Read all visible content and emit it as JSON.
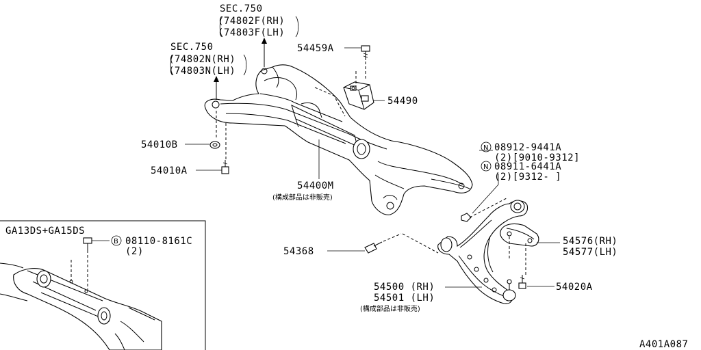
{
  "labels": {
    "sec750_top": "SEC.750",
    "p74802F": "(74802F(RH)",
    "p74803F": "(74803F(LH)",
    "sec750_mid": "SEC.750",
    "p74802N": "(74802N(RH)",
    "p74803N": "(74803N(LH)",
    "p54459A": "54459A",
    "p54490": "54490",
    "p54010B": "54010B",
    "p54010A": "54010A",
    "p54400M": "54400M",
    "not_sold_1": "(構成部品は非販売)",
    "n_circle_1": "N",
    "p08912": "08912-9441A",
    "p08912_sub": "(2)[9010-9312]",
    "n_circle_2": "N",
    "p08911": "08911-6441A",
    "p08911_sub": "(2)[9312-      ]",
    "inset_title": "GA13DS+GA15DS",
    "b_circle": "B",
    "p08110": "08110-8161C",
    "p08110_sub": "(2)",
    "p54368": "54368",
    "p54576": "54576(RH)",
    "p54577": "54577(LH)",
    "p54500": "54500 (RH)",
    "p54501": "54501 (LH)",
    "not_sold_2": "(構成部品は非販売)",
    "p54020A": "54020A",
    "figure_code": "A401A087"
  }
}
